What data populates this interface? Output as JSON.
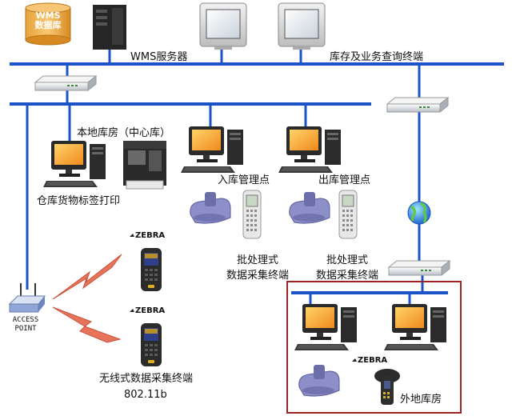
{
  "database": {
    "line1": "WMS",
    "line2": "数据库"
  },
  "labels": {
    "wms_server": "WMS服务器",
    "query_terminal": "库存及业务查询终端",
    "local_warehouse": "本地库房（中心库）",
    "label_print": "仓库货物标签打印",
    "inbound_point": "入库管理点",
    "outbound_point": "出库管理点",
    "batch1_line1": "批处理式",
    "batch1_line2": "数据采集终端",
    "batch2_line1": "批处理式",
    "batch2_line2": "数据采集终端",
    "access_point_line1": "ACCESS",
    "access_point_line2": "POINT",
    "wireless_terminal": "无线式数据采集终端",
    "wifi_standard": "802.11b",
    "remote_warehouse": "外地库房",
    "zebra1": "ZEBRA",
    "zebra2": "ZEBRA",
    "zebra3": "ZEBRA"
  },
  "colors": {
    "network_line": "#1b53c8",
    "remote_box": "#9b2323",
    "wireless_zigzag": "#e6735a",
    "db_fill": "#e8a33c"
  }
}
